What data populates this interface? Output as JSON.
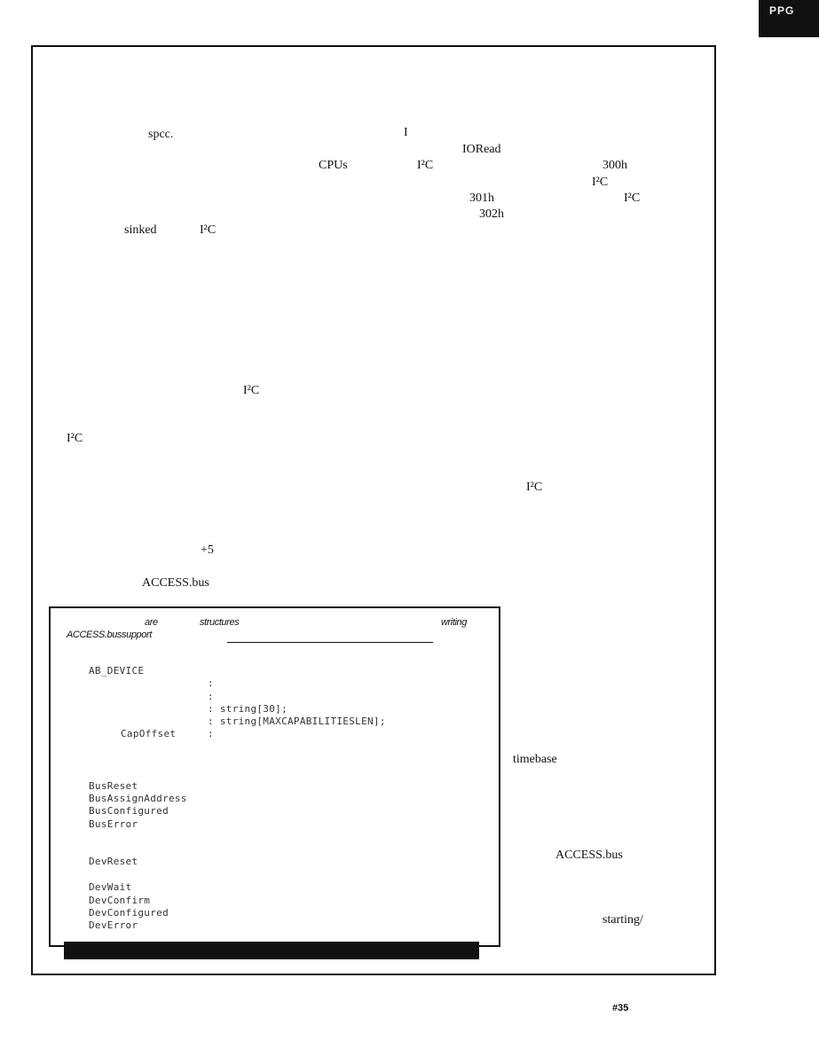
{
  "corner_label": "PPG",
  "body_fragments": {
    "spec": "spcc.",
    "letter_i": "I",
    "ioread": "IORead",
    "cpus": "CPUs",
    "i2c_1": "I²C",
    "addr_300h": "300h",
    "i2c_2": "I²C",
    "addr_301h": "301h",
    "i2c_3": "I²C",
    "addr_302h": "302h",
    "sinked": "sinked",
    "i2c_4": "I²C",
    "i2c_5": "I²C",
    "i2c_6": "I²C",
    "i2c_7": "I²C",
    "plus5": "+5",
    "access_bus_1": "ACCESS.bus",
    "timebase": "timebase",
    "access_bus_2": "ACCESS.bus",
    "starting": "starting/"
  },
  "listing": {
    "caption_are": "are",
    "caption_structures": "structures",
    "caption_writing": "writing",
    "caption_support": "ACCESS.bussupport",
    "type_name": "AB_DEVICE",
    "colon_1": ":",
    "colon_2": ":",
    "field_string30": ": string[30];",
    "field_capabilities": ": string[MAXCAPABILITIESLEN];",
    "cap_offset": "CapOffset",
    "colon_3": ":",
    "bus_events": [
      "BusReset",
      "BusAssignAddress",
      "BusConfigured",
      "BusError"
    ],
    "dev_reset": "DevReset",
    "dev_events": [
      "DevWait",
      "DevConfirm",
      "DevConfigured",
      "DevError"
    ]
  },
  "page_number": "#35"
}
